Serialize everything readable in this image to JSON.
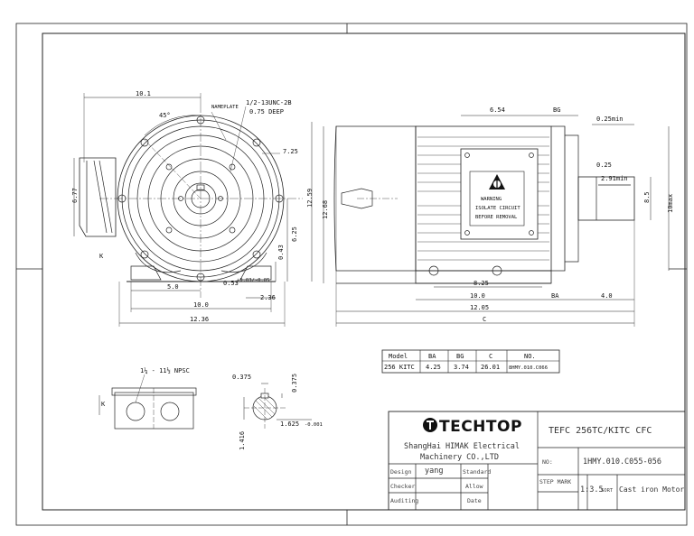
{
  "front_view": {
    "nameplate_label": "NAMEPLATE",
    "thread_note": "1/2-13UNC-2B",
    "thread_depth": "0.75 DEEP",
    "angle": "45°",
    "dims": {
      "top_width": "10.1",
      "left_height": "6.77",
      "k_label": "K",
      "radius": "7.25",
      "height_center": "6.25",
      "foot_height": "0.43",
      "overall_height": "12.59",
      "half_width": "5.0",
      "foot_thick": "0.53",
      "foot_tol": "+0.03/-0.05",
      "foot_edge": "2.36",
      "foot_span": "10.0",
      "overall_width": "12.36"
    }
  },
  "side_view": {
    "warning_title": "WARNING",
    "warning_line1": "ISOLATE CIRCUIT",
    "warning_line2": "BEFORE REMOVAL",
    "dims": {
      "overall_height": "12.68",
      "box_width": "6.54",
      "bg": "BG",
      "shaft_shoulder": "0.25min",
      "shaft_step": "0.25",
      "key_len": "2.91min",
      "shaft_dia": "8.5",
      "max_len": "10max",
      "foot_holes": "8.25",
      "foot_span": "10.0",
      "ba": "BA",
      "shaft_ext": "4.0",
      "overall_base": "12.05",
      "c": "C"
    }
  },
  "table": {
    "headers": [
      "Model",
      "BA",
      "BG",
      "C",
      "NO."
    ],
    "rows": [
      [
        "256 KITC",
        "4.25",
        "3.74",
        "26.01",
        "8HMY.010.C066"
      ]
    ]
  },
  "terminal_box": {
    "npsc_note": "1¼ - 11½ NPSC",
    "k_label": "K"
  },
  "shaft_section": {
    "key_width": "0.375",
    "key_depth": "0.375",
    "height": "1.416",
    "dia": "1.625",
    "dia_tol": "-0.001"
  },
  "title_block": {
    "brand": "TECHTOP",
    "company_line1": "ShangHai HIMAK Electrical",
    "company_line2": "Machinery CO.,LTD",
    "title": "TEFC 256TC/KITC CFC",
    "no_label": "NO:",
    "drawing_no": "1HMY.010.C055-056",
    "design_label": "Design",
    "designer": "yang",
    "standard_label": "Standard",
    "checker_label": "Checker",
    "allow_label": "Allow",
    "auditing_label": "Auditing",
    "date_label": "Date",
    "step_mark_label": "STEP MARK",
    "scale": "1:3.5",
    "sort_label": "SORT",
    "sort_value": "Cast iron Motor"
  }
}
